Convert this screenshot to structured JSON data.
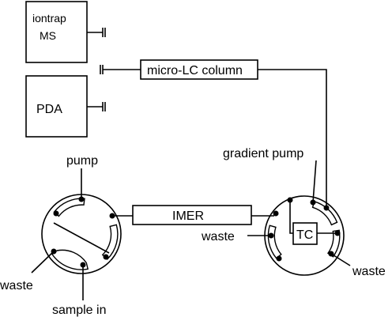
{
  "labels": {
    "iontrap_line1": "iontrap",
    "iontrap_line2": "MS",
    "pda": "PDA",
    "micro_lc_column": "micro-LC column",
    "pump": "pump",
    "gradient_pump": "gradient pump",
    "imer": "IMER",
    "waste_left": "waste",
    "sample_in": "sample in",
    "waste_right_inner": "waste",
    "tc": "TC",
    "waste_right_outer": "waste"
  }
}
